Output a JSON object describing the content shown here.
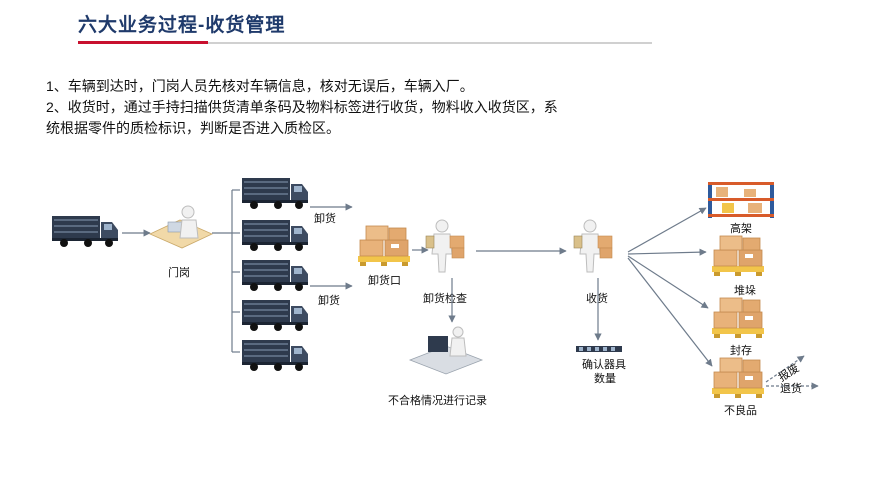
{
  "title": "六大业务过程-收货管理",
  "paragraphs": [
    "1、车辆到达时，门岗人员先核对车辆信息，核对无误后，车辆入厂。",
    "2、收货时，通过手持扫描供货清单条码及物料标签进行收货，物料收入收货区，系统根据零件的质检标识，判断是否进入质检区。"
  ],
  "diagram": {
    "gate": "门岗",
    "unload_1": "卸货",
    "unload_2": "卸货",
    "unload_port": "卸货口",
    "unload_check": "卸货检查",
    "nonconform": "不合格情况进行记录",
    "receive": "收货",
    "confirm_line1": "确认器具",
    "confirm_line2": "数量",
    "high_shelf": "高架",
    "stacking": "堆垛",
    "sealed": "封存",
    "defective": "不良品",
    "scrap": "报废",
    "return": "退货"
  },
  "colors": {
    "title": "#1f3a6b",
    "accent": "#c8102e",
    "truck": "#2e3a4d",
    "box": "#e8b27a",
    "pallet": "#f2c54a",
    "arrow": "#6e7b8b"
  }
}
